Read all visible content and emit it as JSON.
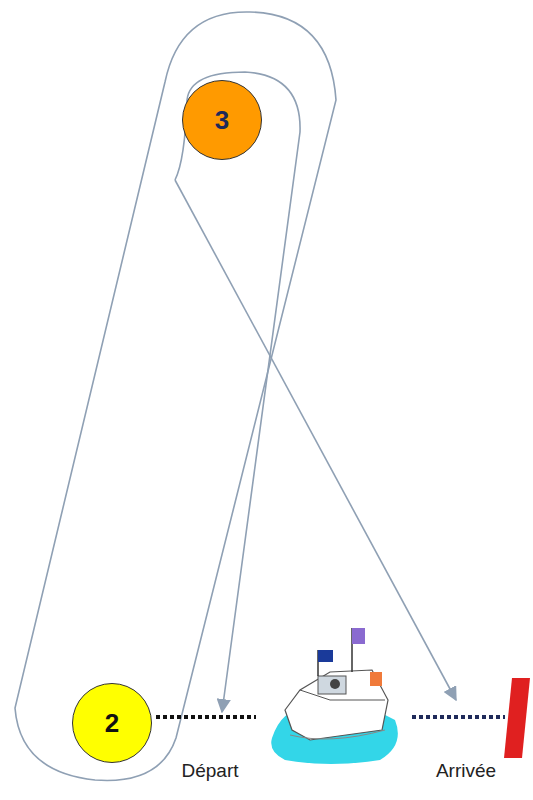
{
  "diagram": {
    "nodes": [
      {
        "text": [
          "3"
        ]
      },
      {
        "text": [
          "2"
        ]
      }
    ],
    "labels": [
      "Départ",
      "Arrivée"
    ]
  }
}
